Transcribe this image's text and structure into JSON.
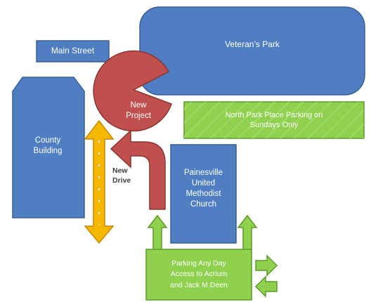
{
  "diagram": {
    "labels": {
      "main_street": "Main Street",
      "veterans_park": "Veteran’s Park",
      "new_project": "New\nProject",
      "north_park_place": "North Park Place  Parking on\nSundays Only",
      "county_building": "County\nBuilding",
      "new_drive": "New\nDrive",
      "church": "Painesville\nUnited\nMethodist\nChurch",
      "parking_any_day": "Parking  Any Day\nAccess to Acrium\nand Jack M Deen"
    },
    "colors": {
      "blue": "#4f7ec2",
      "blue_border": "#3a5f96",
      "green": "#8fd14f",
      "green_border": "#5b9a2a",
      "red": "#c0504d",
      "red_border": "#8c3431",
      "yellow": "#f5b700",
      "yellow_border": "#c48a00",
      "label_dark": "#404040"
    }
  }
}
